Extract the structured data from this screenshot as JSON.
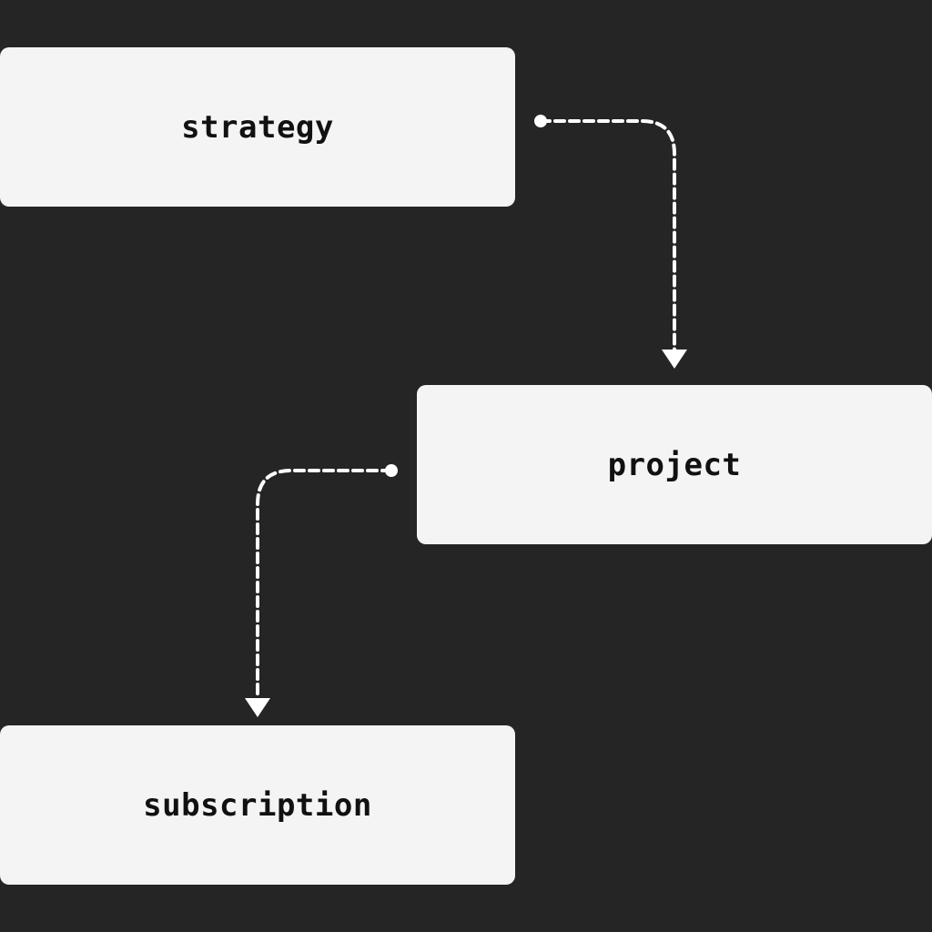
{
  "diagram": {
    "background_color": "#252525",
    "node_color": "#f4f4f4",
    "text_color": "#111111",
    "connector_color": "#ffffff",
    "nodes": [
      {
        "id": "strategy",
        "label": "strategy"
      },
      {
        "id": "project",
        "label": "project"
      },
      {
        "id": "subscription",
        "label": "subscription"
      }
    ],
    "edges": [
      {
        "from": "strategy",
        "to": "project",
        "style": "dashed"
      },
      {
        "from": "project",
        "to": "subscription",
        "style": "dashed"
      }
    ]
  }
}
